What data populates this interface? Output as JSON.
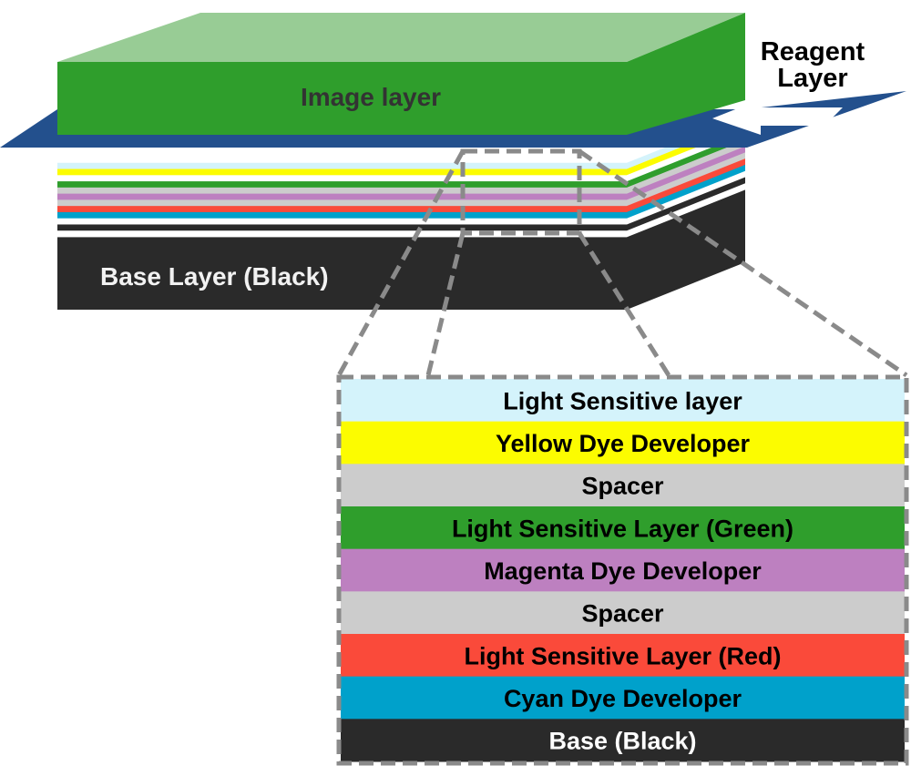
{
  "labels": {
    "image_layer": "Image layer",
    "reagent_line1": "Reagent",
    "reagent_line2": "Layer",
    "base_layer": "Base Layer (Black)"
  },
  "stack_layers": [
    {
      "label": "Light Sensitive layer",
      "color": "#d4f3fb",
      "text_color": "#000000"
    },
    {
      "label": "Yellow Dye Developer",
      "color": "#fcfc00",
      "text_color": "#000000"
    },
    {
      "label": "Spacer",
      "color": "#cccccc",
      "text_color": "#000000"
    },
    {
      "label": "Light Sensitive Layer (Green)",
      "color": "#2f9e2c",
      "text_color": "#000000"
    },
    {
      "label": "Magenta Dye Developer",
      "color": "#bd80c0",
      "text_color": "#000000"
    },
    {
      "label": "Spacer",
      "color": "#cccccc",
      "text_color": "#000000"
    },
    {
      "label": "Light Sensitive Layer (Red)",
      "color": "#fa4a3a",
      "text_color": "#000000"
    },
    {
      "label": "Cyan Dye Developer",
      "color": "#00a1cb",
      "text_color": "#000000"
    },
    {
      "label": "Base (Black)",
      "color": "#2a2a2a",
      "text_color": "#ffffff"
    }
  ],
  "colors": {
    "image_front": "#2f9e2c",
    "image_top": "#98cc95",
    "reagent": "#23508d",
    "base": "#2a2a2a",
    "dash": "#8a8a8a"
  }
}
